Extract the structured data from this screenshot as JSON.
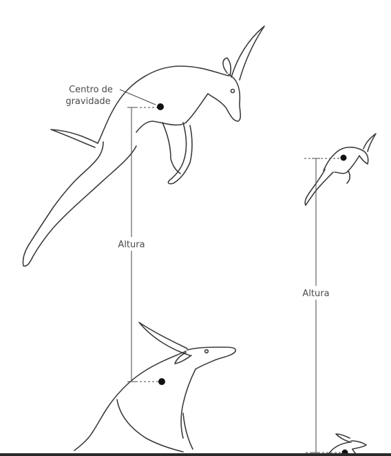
{
  "labels": {
    "center_of_gravity_line1": "Centro de",
    "center_of_gravity_line2": "gravidade",
    "height_large": "Altura",
    "height_small": "Altura"
  },
  "colors": {
    "ink": "#3a3a3a",
    "background": "#ffffff"
  }
}
